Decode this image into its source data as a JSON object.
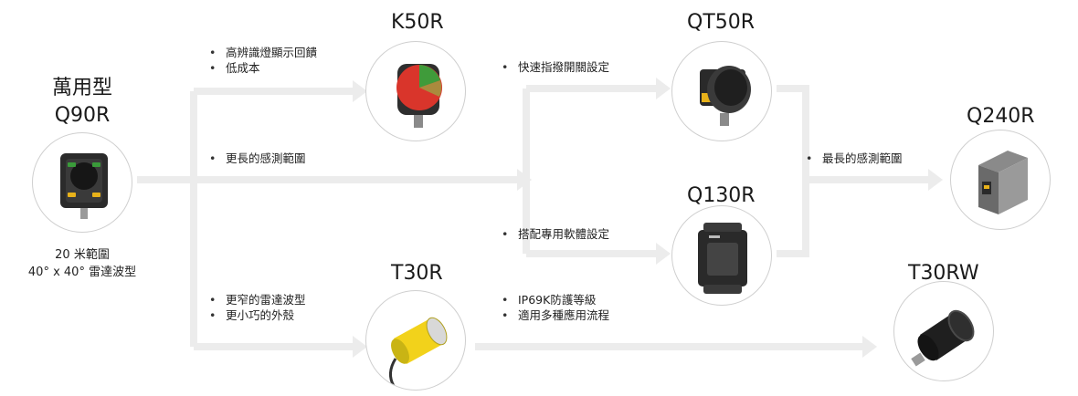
{
  "origin": {
    "line1": "萬用型",
    "line2": "Q90R",
    "spec1": "20 米範圍",
    "spec2": "40° x 40° 雷達波型"
  },
  "products": {
    "k50r": {
      "name": "K50R"
    },
    "qt50r": {
      "name": "QT50R"
    },
    "q130r": {
      "name": "Q130R"
    },
    "q240r": {
      "name": "Q240R"
    },
    "t30r": {
      "name": "T30R"
    },
    "t30rw": {
      "name": "T30RW"
    }
  },
  "annotations": {
    "to_k50r": [
      "高辨識燈顯示回饋",
      "低成本"
    ],
    "to_long_range": [
      "更長的感測範圍"
    ],
    "to_t30r": [
      "更窄的雷達波型",
      "更小巧的外殼"
    ],
    "to_qt50r": [
      "快速指撥開關設定"
    ],
    "to_q130r": [
      "搭配專用軟體設定"
    ],
    "to_q240r": [
      "最長的感測範圍"
    ],
    "to_t30rw": [
      "IP69K防護等級",
      "適用多種應用流程"
    ]
  },
  "colors": {
    "connector": "#ececec",
    "circle_border": "#cfcfcf",
    "k50r_red": "#d9352b",
    "k50r_green": "#3f9b3a",
    "t30r_yellow": "#f2d21b",
    "q90r_green": "#3a9b3a",
    "q90r_amber": "#e8b21a"
  }
}
